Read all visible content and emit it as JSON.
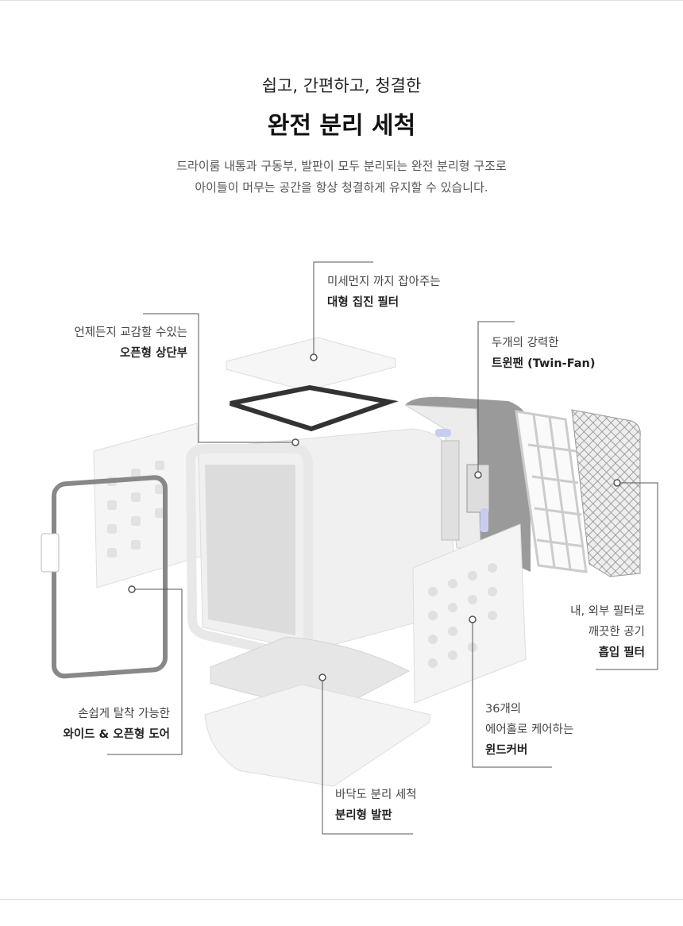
{
  "header": {
    "subtitle": "쉽고, 간편하고, 청결한",
    "title": "완전 분리 세척",
    "description_line1": "드라이룸 내통과 구동부, 발판이 모두 분리되는 완전 분리형 구조로",
    "description_line2": "아이들이 머무는 공간을 항상 청결하게 유지할 수 있습니다."
  },
  "callouts": {
    "dust_filter": {
      "line1": "미세먼지 까지 잡아주는",
      "line2": "대형 집진 필터"
    },
    "top_cover": {
      "line1": "언제든지 교감할 수있는",
      "line2": "오픈형 상단부"
    },
    "twin_fan": {
      "line1": "두개의 강력한",
      "line2": "트윈팬 (Twin-Fan)"
    },
    "intake_filter": {
      "line1": "내, 외부 필터로",
      "line2": "깨끗한 공기",
      "line3": "흡입 필터"
    },
    "door": {
      "line1": "손쉽게 탈착 가능한",
      "line2": "와이드 & 오픈형 도어"
    },
    "floor": {
      "line1": "바닥도 분리 세척",
      "line2": "분리형 발판"
    },
    "wind_cover": {
      "line1": "36개의",
      "line2": "에어홀로 케어하는",
      "line3": "윈드커버"
    }
  },
  "colors": {
    "line": "#555555",
    "product_white": "#f2f2f2",
    "product_gray": "#8a8a8a"
  }
}
